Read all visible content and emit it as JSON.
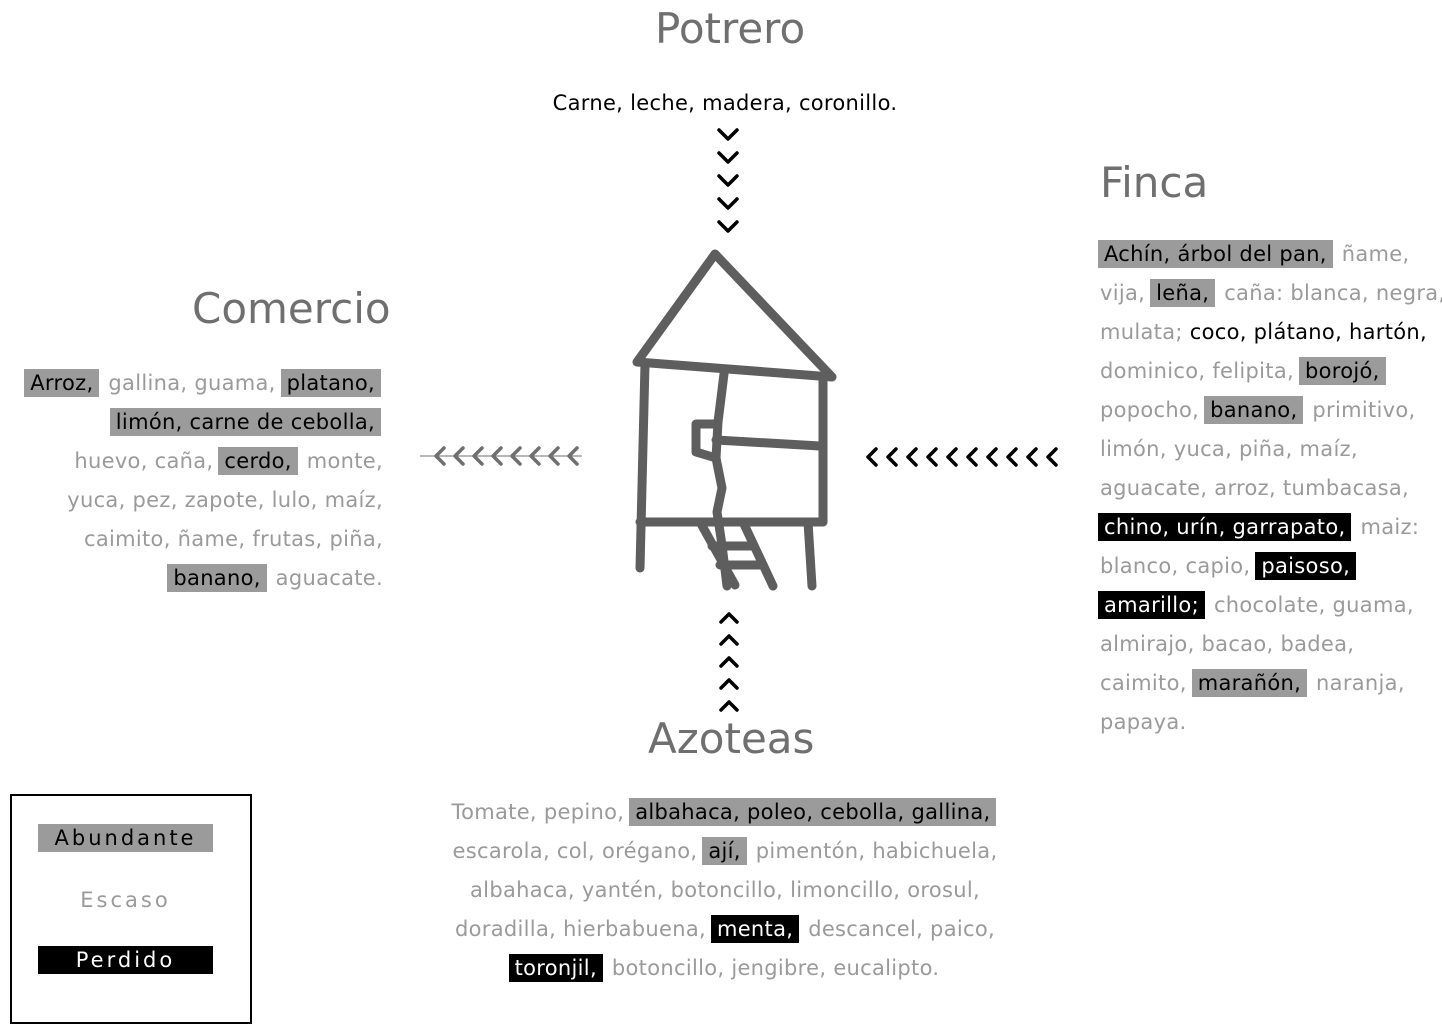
{
  "titles": {
    "potrero": "Potrero",
    "finca": "Finca",
    "comercio": "Comercio",
    "azoteas": "Azoteas"
  },
  "status_colors": {
    "abundante": "#9b9b9b",
    "escaso": "#9a9a9a",
    "perdido": "#000000"
  },
  "potrero": {
    "text": "Carne, leche, madera, coronillo."
  },
  "comercio": {
    "lines": [
      [
        {
          "t": "Arroz,",
          "s": "ab"
        },
        {
          "t": " gallina, guama, ",
          "s": "gr"
        },
        {
          "t": "platano,",
          "s": "ab"
        }
      ],
      [
        {
          "t": "limón, carne de cebolla,",
          "s": "ab"
        }
      ],
      [
        {
          "t": "huevo, caña, ",
          "s": "gr"
        },
        {
          "t": "cerdo,",
          "s": "ab"
        },
        {
          "t": " monte,",
          "s": "gr"
        }
      ],
      [
        {
          "t": "yuca, pez, zapote, lulo, maíz,",
          "s": "gr"
        }
      ],
      [
        {
          "t": "caimito, ñame, frutas, piña,",
          "s": "gr"
        }
      ],
      [
        {
          "t": "banano,",
          "s": "ab"
        },
        {
          "t": " aguacate.",
          "s": "gr"
        }
      ]
    ]
  },
  "finca": {
    "lines": [
      [
        {
          "t": "Achín, árbol del pan,",
          "s": "ab"
        },
        {
          "t": " ñame,",
          "s": "gr"
        }
      ],
      [
        {
          "t": "vija, ",
          "s": "gr"
        },
        {
          "t": "leña,",
          "s": "ab"
        },
        {
          "t": " caña: blanca, negra,",
          "s": "gr"
        }
      ],
      [
        {
          "t": "mulata; ",
          "s": "gr"
        },
        {
          "t": "coco, plátano, hartón,",
          "s": "bk"
        }
      ],
      [
        {
          "t": "dominico, felipita, ",
          "s": "gr"
        },
        {
          "t": "borojó,",
          "s": "ab"
        }
      ],
      [
        {
          "t": "popocho, ",
          "s": "gr"
        },
        {
          "t": "banano,",
          "s": "ab"
        },
        {
          "t": " primitivo,",
          "s": "gr"
        }
      ],
      [
        {
          "t": "limón, yuca, piña, maíz,",
          "s": "gr"
        }
      ],
      [
        {
          "t": "aguacate, arroz, tumbacasa,",
          "s": "gr"
        }
      ],
      [
        {
          "t": "chino, urín, garrapato,",
          "s": "lo"
        },
        {
          "t": " maiz:",
          "s": "gr"
        }
      ],
      [
        {
          "t": "blanco, capio, ",
          "s": "gr"
        },
        {
          "t": "paisoso,",
          "s": "lo"
        }
      ],
      [
        {
          "t": "amarillo;",
          "s": "lo"
        },
        {
          "t": " chocolate, guama,",
          "s": "gr"
        }
      ],
      [
        {
          "t": "almirajo, bacao, badea,",
          "s": "gr"
        }
      ],
      [
        {
          "t": "caimito, ",
          "s": "gr"
        },
        {
          "t": "marañón,",
          "s": "ab"
        },
        {
          "t": " naranja,",
          "s": "gr"
        }
      ],
      [
        {
          "t": "papaya.",
          "s": "gr"
        }
      ]
    ]
  },
  "azoteas": {
    "lines": [
      [
        {
          "t": "Tomate, pepino, ",
          "s": "gr"
        },
        {
          "t": "albahaca, poleo, cebolla, gallina,",
          "s": "ab"
        }
      ],
      [
        {
          "t": "escarola, col, orégano, ",
          "s": "gr"
        },
        {
          "t": "ají,",
          "s": "ab"
        },
        {
          "t": " pimentón, habichuela,",
          "s": "gr"
        }
      ],
      [
        {
          "t": "albahaca, yantén, botoncillo, limoncillo, orosul,",
          "s": "gr"
        }
      ],
      [
        {
          "t": "doradilla, hierbabuena, ",
          "s": "gr"
        },
        {
          "t": "menta,",
          "s": "lo"
        },
        {
          "t": " descancel, paico,",
          "s": "gr"
        }
      ],
      [
        {
          "t": "toronjil,",
          "s": "lo"
        },
        {
          "t": " botoncillo, jengibre, eucalipto.",
          "s": "gr"
        }
      ]
    ]
  },
  "legend": {
    "abundante": "Abundante",
    "escaso": "Escaso",
    "perdido": "Perdido"
  }
}
